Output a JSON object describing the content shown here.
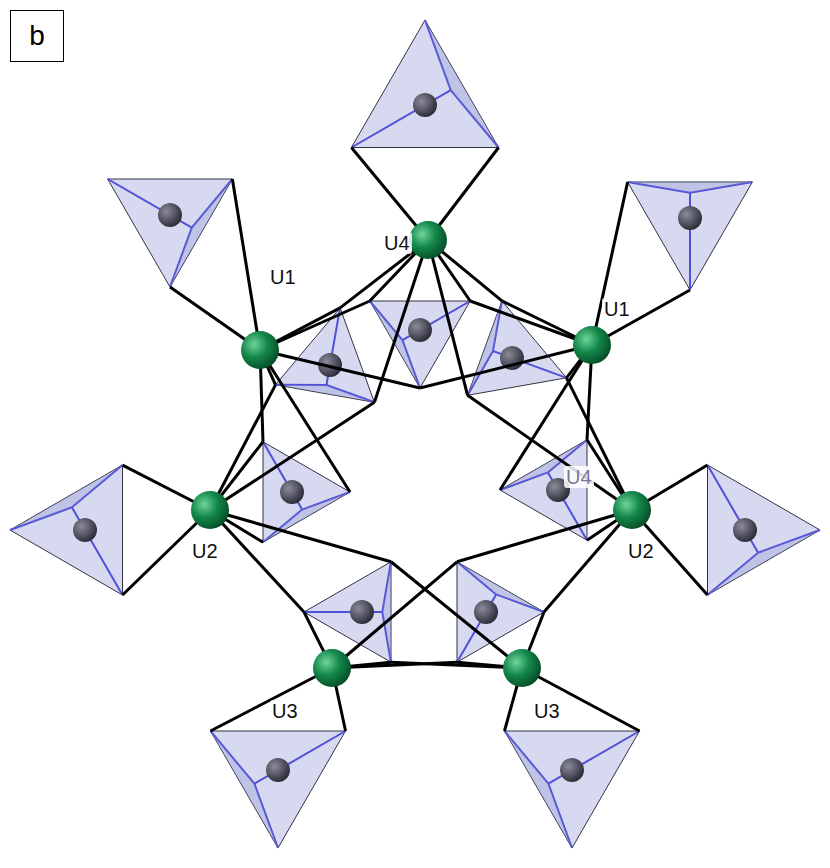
{
  "diagram": {
    "nodes": [
      {
        "text": [
          "b"
        ]
      }
    ],
    "labels": [
      "U4",
      "U1",
      "U1",
      "U4",
      "U2",
      "U2",
      "U3",
      "U3"
    ]
  }
}
